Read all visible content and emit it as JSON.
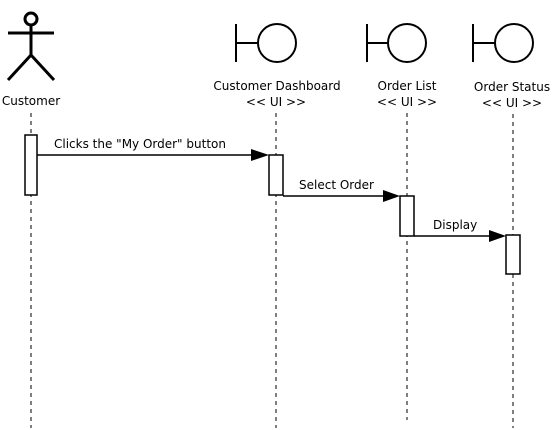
{
  "diagram": {
    "type": "sequence",
    "participants": [
      {
        "id": "customer",
        "name": "Customer",
        "kind": "actor",
        "stereotype": ""
      },
      {
        "id": "dashboard",
        "name": "Customer Dashboard",
        "kind": "boundary",
        "stereotype": "<< UI >>"
      },
      {
        "id": "orderlist",
        "name": "Order List",
        "kind": "boundary",
        "stereotype": "<< UI >>"
      },
      {
        "id": "orderstatus",
        "name": "Order Status",
        "kind": "boundary",
        "stereotype": "<< UI >>"
      }
    ],
    "messages": [
      {
        "from": "customer",
        "to": "dashboard",
        "label": "Clicks the \"My Order\" button"
      },
      {
        "from": "dashboard",
        "to": "orderlist",
        "label": "Select Order"
      },
      {
        "from": "orderlist",
        "to": "orderstatus",
        "label": "Display"
      }
    ]
  }
}
